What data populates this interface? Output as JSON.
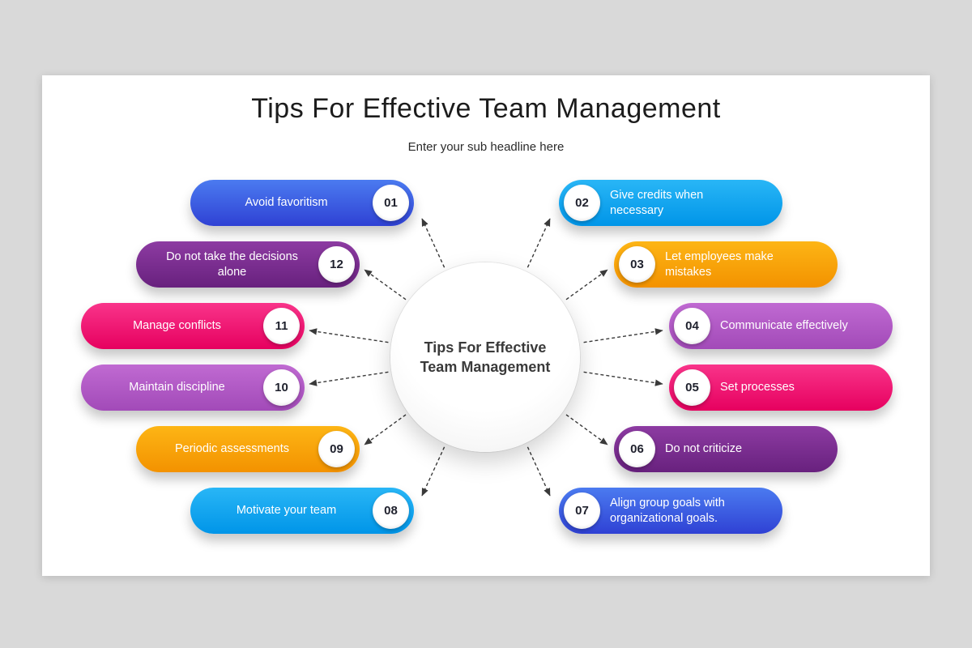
{
  "header": {
    "title": "Tips For Effective Team Management",
    "subtitle": "Enter your sub headline here"
  },
  "center": {
    "line1": "Tips For Effective",
    "line2": "Team Management"
  },
  "colors": {
    "connector": "#3a3a3a",
    "number_text": "#20222e",
    "blue": "#2f41d4",
    "azure": "#0095e8",
    "orange": "#f39200",
    "orchid": "#a24ab8",
    "pink": "#e6005f",
    "purple": "#68217e"
  },
  "pills": [
    {
      "number": "01",
      "label": "Avoid favoritism",
      "color_top": "#4b7bf0",
      "color_bottom": "#2f41d4"
    },
    {
      "number": "12",
      "label": "Do not take the decisions alone",
      "color_top": "#8d3ba2",
      "color_bottom": "#68217e"
    },
    {
      "number": "11",
      "label": "Manage conflicts",
      "color_top": "#f9348a",
      "color_bottom": "#e6005f"
    },
    {
      "number": "10",
      "label": "Maintain discipline",
      "color_top": "#c06ad2",
      "color_bottom": "#a24ab8"
    },
    {
      "number": "09",
      "label": "Periodic assessments",
      "color_top": "#fdb515",
      "color_bottom": "#f39200"
    },
    {
      "number": "08",
      "label": "Motivate your team",
      "color_top": "#29b6f6",
      "color_bottom": "#0095e8"
    },
    {
      "number": "02",
      "label": "Give credits when necessary",
      "color_top": "#29b6f6",
      "color_bottom": "#0095e8"
    },
    {
      "number": "03",
      "label": "Let employees make mistakes",
      "color_top": "#fdb515",
      "color_bottom": "#f39200"
    },
    {
      "number": "04",
      "label": "Communicate effectively",
      "color_top": "#c06ad2",
      "color_bottom": "#a24ab8"
    },
    {
      "number": "05",
      "label": "Set processes",
      "color_top": "#f9348a",
      "color_bottom": "#e6005f"
    },
    {
      "number": "06",
      "label": "Do not criticize",
      "color_top": "#8d3ba2",
      "color_bottom": "#68217e"
    },
    {
      "number": "07",
      "label": "Align group goals with organizational goals.",
      "color_top": "#4b7bf0",
      "color_bottom": "#2f41d4"
    }
  ]
}
